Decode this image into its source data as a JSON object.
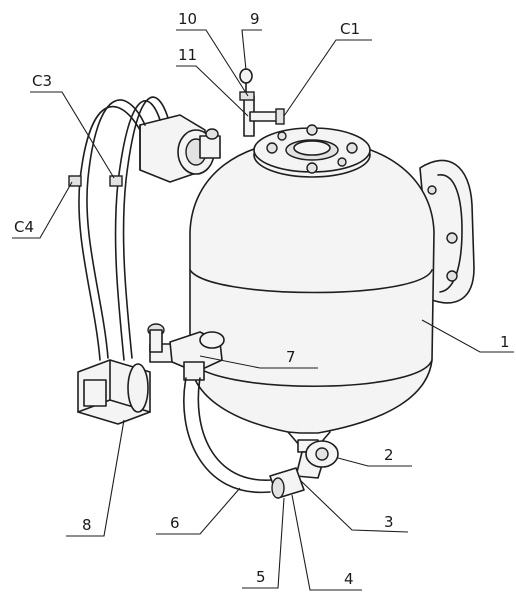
{
  "callouts": [
    {
      "id": "1",
      "text": "1"
    },
    {
      "id": "2",
      "text": "2"
    },
    {
      "id": "3",
      "text": "3"
    },
    {
      "id": "4",
      "text": "4"
    },
    {
      "id": "5",
      "text": "5"
    },
    {
      "id": "6",
      "text": "6"
    },
    {
      "id": "7",
      "text": "7"
    },
    {
      "id": "8",
      "text": "8"
    },
    {
      "id": "9",
      "text": "9"
    },
    {
      "id": "10",
      "text": "10"
    },
    {
      "id": "11",
      "text": "11"
    },
    {
      "id": "C1",
      "text": "C1"
    },
    {
      "id": "C3",
      "text": "C3"
    },
    {
      "id": "C4",
      "text": "C4"
    }
  ],
  "colors": {
    "ink": "#1e1e1e",
    "paper": "#ffffff"
  }
}
